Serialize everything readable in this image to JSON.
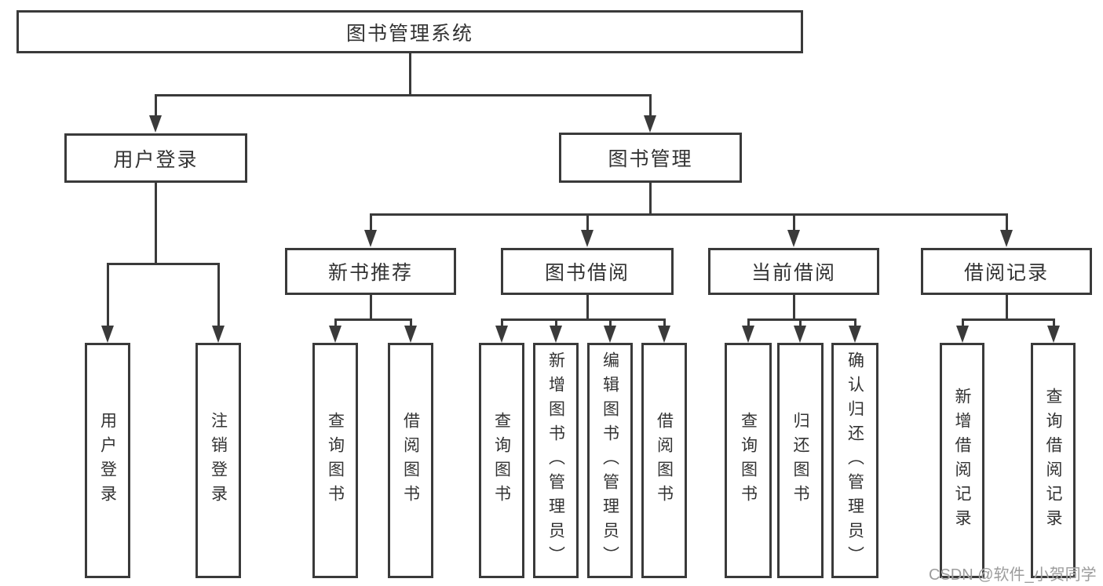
{
  "diagram": {
    "root_label": "图书管理系统",
    "branches": [
      {
        "label": "用户登录",
        "children": [
          "用户登录",
          "注销登录"
        ]
      },
      {
        "label": "图书管理",
        "groups": [
          {
            "label": "新书推荐",
            "children": [
              "查询图书",
              "借阅图书"
            ]
          },
          {
            "label": "图书借阅",
            "children": [
              "查询图书",
              "新增图书（管理员）",
              "编辑图书（管理员）",
              "借阅图书"
            ]
          },
          {
            "label": "当前借阅",
            "children": [
              "查询图书",
              "归还图书",
              "确认归还（管理员）"
            ]
          },
          {
            "label": "借阅记录",
            "children": [
              "新增借阅记录",
              "查询借阅记录"
            ]
          }
        ]
      }
    ]
  },
  "watermark": "CSDN @软件_小贺同学",
  "colors": {
    "line": "#3a3a3a",
    "text": "#333333",
    "watermark": "#9c9c9c",
    "background": "#ffffff"
  }
}
